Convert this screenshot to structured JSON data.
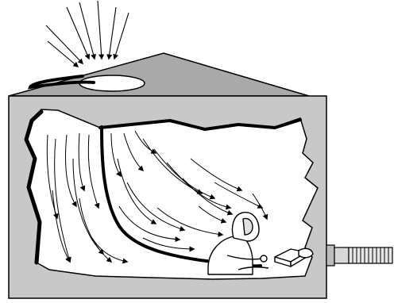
{
  "diagram": {
    "description_free": true,
    "colors": {
      "box_fill": "#c8c8c8",
      "top_fill": "#a9a9a9",
      "cavity_fill": "#ffffff",
      "stroke": "#000000",
      "pipe_fill": "#d8d8d8"
    },
    "elements": [
      "incoming-light-rays",
      "roof-opening",
      "enclosure-box",
      "interior-cavity",
      "supply-hose",
      "airflow-arrows",
      "worker-in-hood",
      "workpiece-block",
      "exhaust-duct"
    ]
  }
}
